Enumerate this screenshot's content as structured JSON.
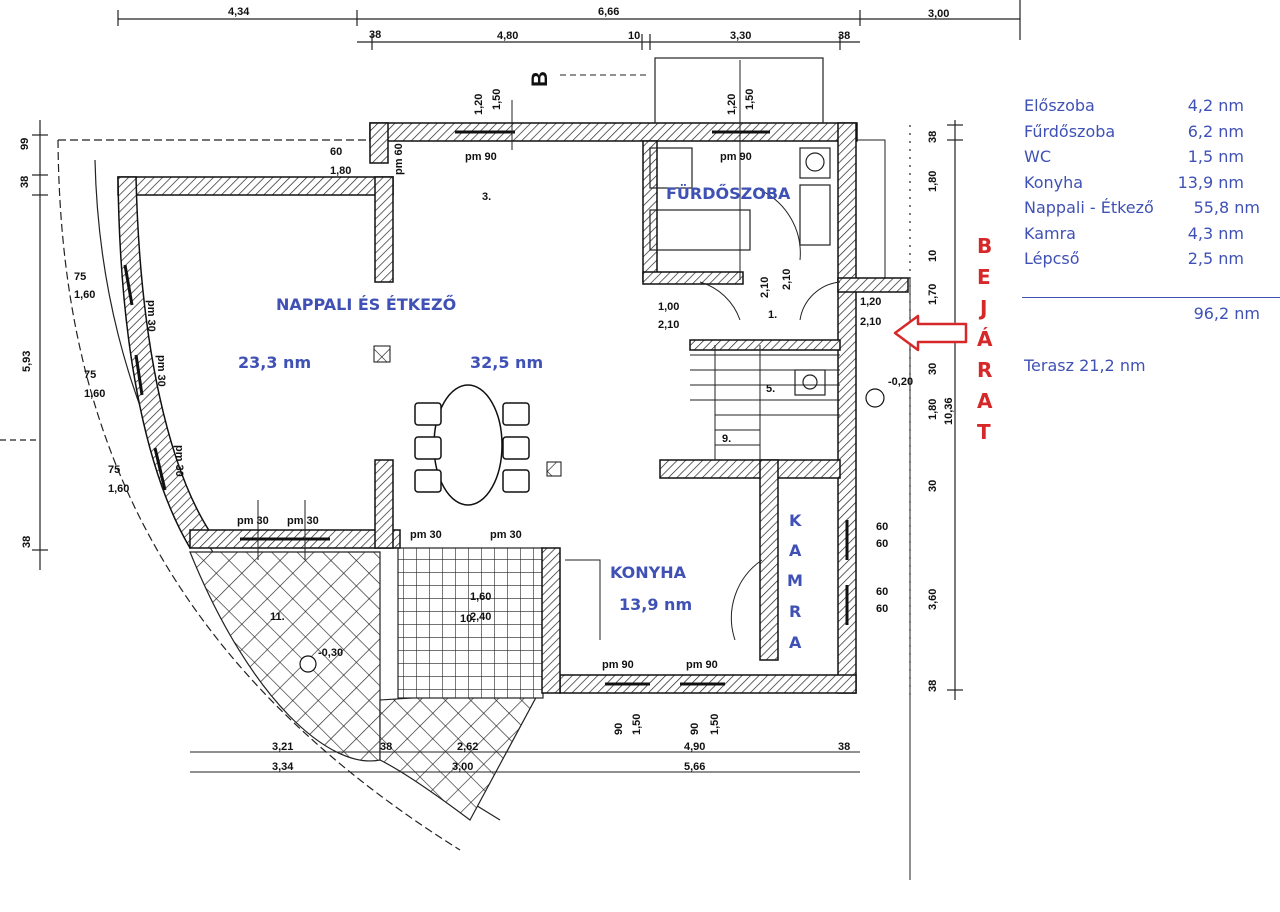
{
  "rooms": {
    "nappali": "NAPPALI ÉS ÉTKEZŐ",
    "nappali_left": "23,3 nm",
    "nappali_right": "32,5 nm",
    "furdoszoba": "FÜRDŐSZOBA",
    "konyha": "KONYHA",
    "konyha_area": "13,9 nm",
    "kamra": [
      "K",
      "A",
      "M",
      "R",
      "A"
    ],
    "bejarat": [
      "B",
      "E",
      "J",
      "Á",
      "R",
      "A",
      "T"
    ]
  },
  "legend": {
    "items": [
      {
        "name": "Előszoba",
        "value": "4,2 nm"
      },
      {
        "name": "Fűrdőszoba",
        "value": "6,2 nm"
      },
      {
        "name": "WC",
        "value": "1,5 nm"
      },
      {
        "name": "Konyha",
        "value": "13,9 nm"
      },
      {
        "name": "Nappali - Étkező",
        "value": "55,8 nm"
      },
      {
        "name": "Kamra",
        "value": "4,3 nm"
      },
      {
        "name": "Lépcső",
        "value": "2,5 nm"
      }
    ],
    "total": "96,2 nm",
    "terrace": "Terasz 21,2 nm"
  },
  "drawing": {
    "section_mark": "B",
    "room_numbers": [
      "3.",
      "1.",
      "5.",
      "9.",
      "10.",
      "11."
    ],
    "top_dims": [
      "4,34",
      "6,66",
      "3,00",
      "38",
      "4,80",
      "10",
      "3,30",
      "38"
    ],
    "bottom_dims": [
      "3,21",
      "38",
      "2,62",
      "4,90",
      "38",
      "3,34",
      "3,00",
      "5,66"
    ],
    "window_labels": [
      "1,20",
      "1,50",
      "pm 90",
      "60",
      "1,80",
      "pm 60",
      "75",
      "1,60",
      "pm 30",
      "1,00",
      "2,10",
      "2,10",
      "1,20",
      "2,10",
      "60",
      "60",
      "pm 90",
      "90",
      "2,40",
      "1,50"
    ],
    "levels": [
      "-0,20",
      "-0,30"
    ],
    "left_dims": [
      "99",
      "38",
      "5,93",
      "38"
    ],
    "right_dims": [
      "38",
      "1,80",
      "10",
      "1,70",
      "30",
      "1,80",
      "10,36",
      "30",
      "3,60",
      "38"
    ]
  }
}
